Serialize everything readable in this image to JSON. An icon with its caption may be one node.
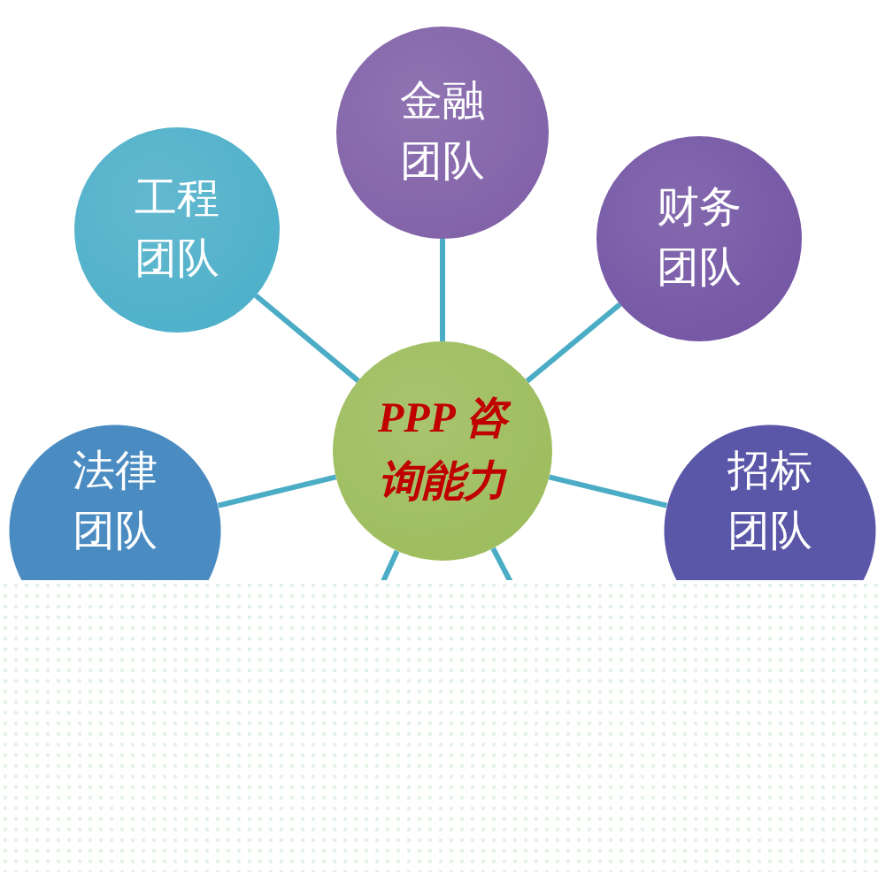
{
  "diagram": {
    "nodes": [
      {
        "text": [
          "金融团队"
        ]
      },
      {
        "text": [
          "工程团队"
        ]
      },
      {
        "text": [
          "财务团队"
        ]
      },
      {
        "text": [
          "PPP 咨询能力"
        ]
      },
      {
        "text": [
          "法律团队"
        ]
      },
      {
        "text": [
          "招标团队"
        ]
      }
    ],
    "edges": [
      {
        "from": 3,
        "to": 0,
        "arrow": "none"
      },
      {
        "from": 3,
        "to": 1,
        "arrow": "none"
      },
      {
        "from": 3,
        "to": 2,
        "arrow": "none"
      },
      {
        "from": 3,
        "to": 4,
        "arrow": "none"
      },
      {
        "from": 3,
        "to": 5,
        "arrow": "none"
      },
      {
        "from": 3,
        "to": null,
        "arrow": "none"
      },
      {
        "from": 3,
        "to": null,
        "arrow": "none"
      }
    ]
  }
}
